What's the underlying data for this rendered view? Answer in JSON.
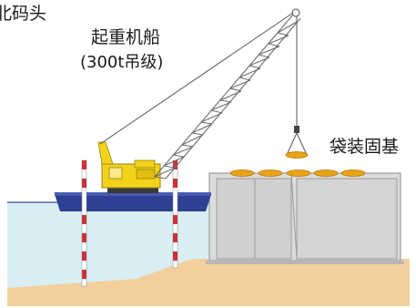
{
  "labels": {
    "wharf": "北码头",
    "crane_ship": "起重机船",
    "crane_capacity": "(300t吊级)",
    "bagged_foundation": "袋装固基"
  },
  "colors": {
    "sea": "#d9eef2",
    "seabed": "#f3cf9e",
    "concrete": "#dcdcdc",
    "concrete_dark": "#9a9a9a",
    "barge": "#2f3f91",
    "crane_yellow": "#f2d31a",
    "bag_gold": "#e8a318",
    "pile_red": "#c8343a"
  },
  "icons": [
    "crane-ship-illustration",
    "bagged-foundation-icon",
    "hook-icon"
  ]
}
